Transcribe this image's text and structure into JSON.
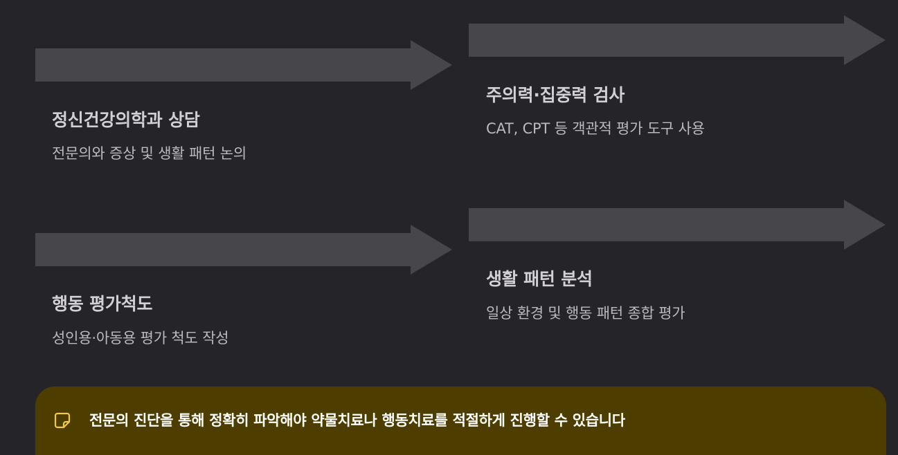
{
  "steps": [
    {
      "title": "정신건강의학과 상담",
      "description": "전문의와 증상 및 생활 패턴 논의"
    },
    {
      "title": "주의력·집중력 검사",
      "description": "CAT, CPT 등 객관적 평가 도구 사용"
    },
    {
      "title": "행동 평가척도",
      "description": "성인용·아동용 평가 척도 작성"
    },
    {
      "title": "생활 패턴 분석",
      "description": "일상 환경 및 행동 패턴 종합 평가"
    }
  ],
  "note": {
    "icon": "sticky-note-icon",
    "text": "전문의 진단을 통해 정확히 파악해야 약물치료나 행동치료를 적절하게 진행할 수 있습니다"
  },
  "colors": {
    "background": "#252428",
    "arrow": "#47464b",
    "note_background": "#4d3e00",
    "note_icon": "#f2c94c"
  }
}
